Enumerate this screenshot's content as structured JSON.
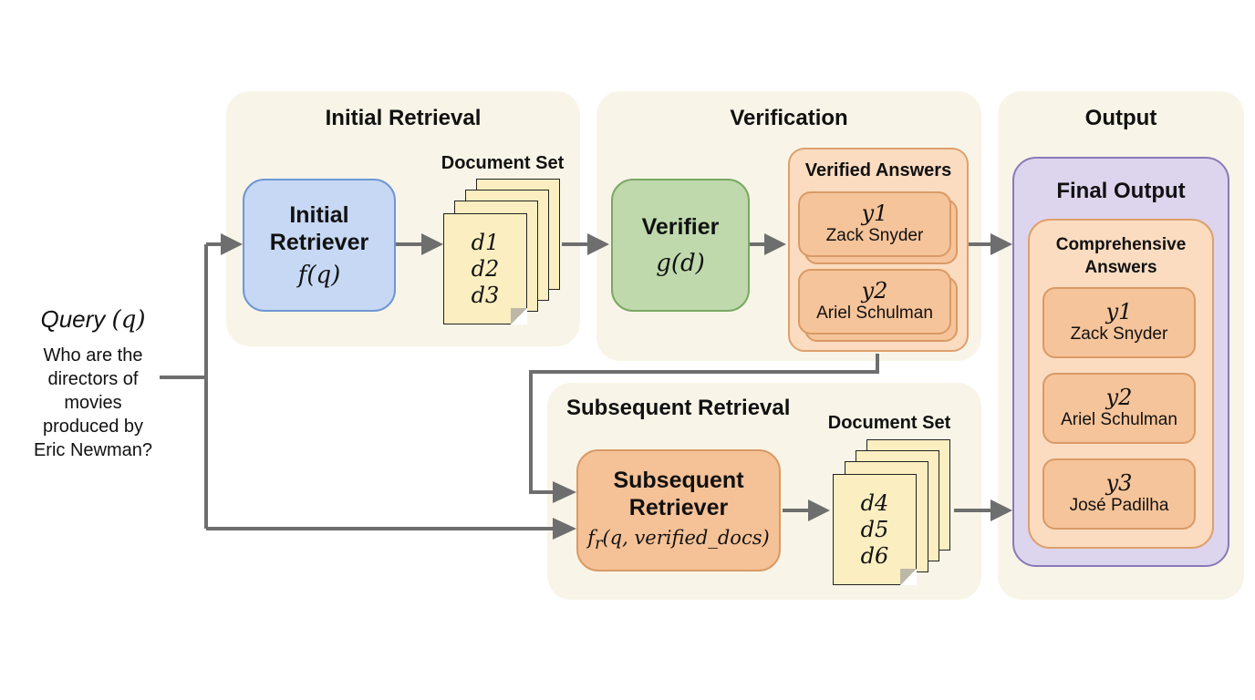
{
  "query": {
    "title": "Query",
    "symbol": "(q)",
    "text_lines": [
      "Who are the",
      "directors of",
      "movies",
      "produced by",
      "Eric Newman?"
    ]
  },
  "initial_retrieval": {
    "panel_title": "Initial Retrieval",
    "retriever": {
      "label_line1": "Initial",
      "label_line2": "Retriever",
      "function": "f(q)"
    },
    "document_set": {
      "label": "Document Set",
      "docs": [
        "d1",
        "d2",
        "d3"
      ]
    }
  },
  "verification": {
    "panel_title": "Verification",
    "verifier": {
      "label": "Verifier",
      "function": "g(d)"
    },
    "verified_answers": {
      "label": "Verified Answers",
      "items": [
        {
          "symbol": "y1",
          "name": "Zack Snyder"
        },
        {
          "symbol": "y2",
          "name": "Ariel Schulman"
        }
      ]
    }
  },
  "subsequent_retrieval": {
    "panel_title": "Subsequent Retrieval",
    "retriever": {
      "label_line1": "Subsequent",
      "label_line2": "Retriever",
      "function_name": "f",
      "function_sub": "r",
      "function_args": "(q, verified_docs)"
    },
    "document_set": {
      "label": "Document Set",
      "docs": [
        "d4",
        "d5",
        "d6"
      ]
    }
  },
  "output": {
    "panel_title": "Output",
    "final_output_label": "Final Output",
    "comprehensive_label_line1": "Comprehensive",
    "comprehensive_label_line2": "Answers",
    "items": [
      {
        "symbol": "y1",
        "name": "Zack Snyder"
      },
      {
        "symbol": "y2",
        "name": "Ariel Schulman"
      },
      {
        "symbol": "y3",
        "name": "José Padilha"
      }
    ]
  },
  "colors": {
    "panel_bg": "#f8f5e8",
    "retriever_blue": "#c7d8f4",
    "verifier_green": "#bfd9ad",
    "answer_orange": "#f5c196",
    "final_purple": "#ddd5ee",
    "document_yellow": "#fbeec0",
    "arrow_gray": "#6e6e6e"
  }
}
